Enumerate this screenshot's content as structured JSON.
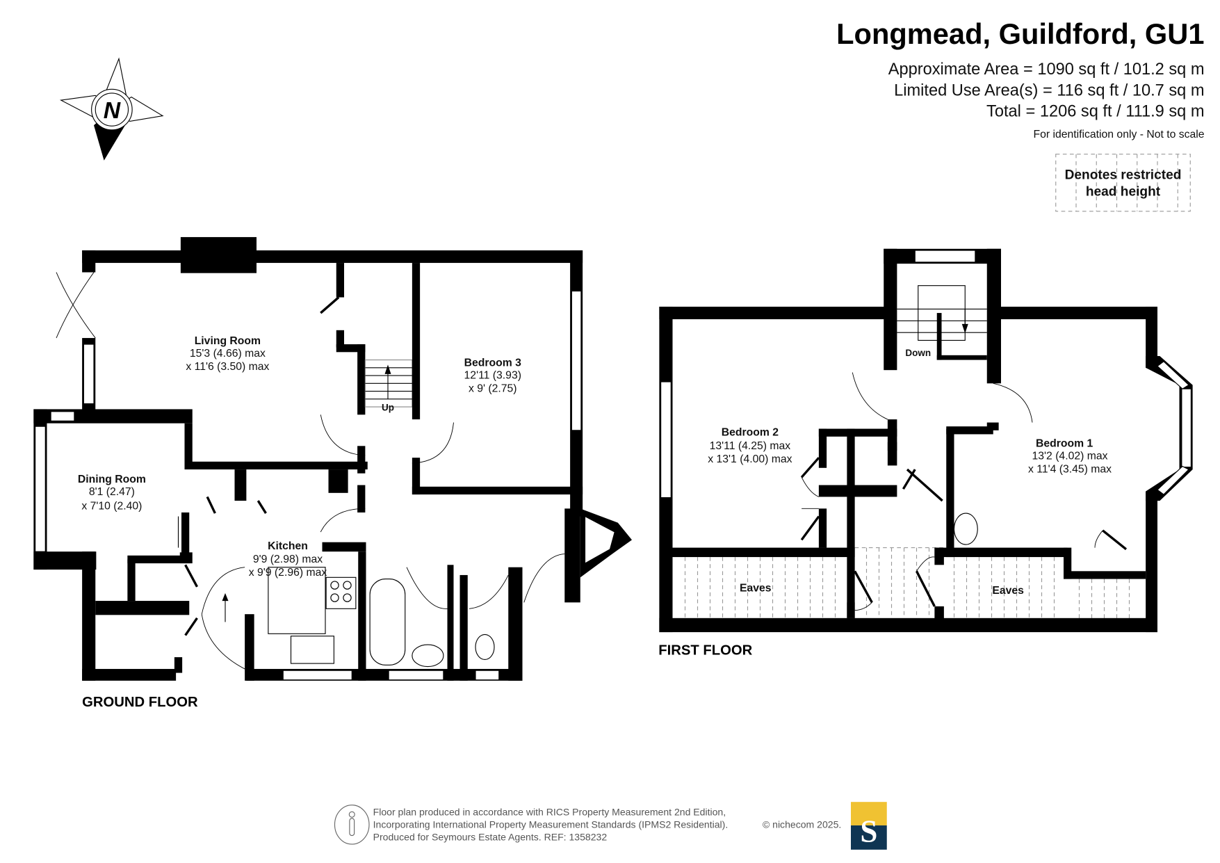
{
  "header": {
    "title": "Longmead, Guildford, GU1",
    "approx_area": "Approximate Area = 1090 sq ft / 101.2 sq m",
    "limited_use": "Limited Use Area(s) = 116 sq ft / 10.7 sq m",
    "total": "Total = 1206 sq ft / 111.9 sq m",
    "disclaimer": "For identification only - Not to scale"
  },
  "legend": {
    "line1": "Denotes restricted",
    "line2": "head height"
  },
  "compass": {
    "label": "N"
  },
  "ground_floor": {
    "label": "GROUND FLOOR",
    "stairs_label": "Up",
    "rooms": [
      {
        "name": "Living Room",
        "dim1": "15'3 (4.66) max",
        "dim2": "x 11'6 (3.50) max"
      },
      {
        "name": "Bedroom 3",
        "dim1": "12'11 (3.93)",
        "dim2": "x 9' (2.75)"
      },
      {
        "name": "Dining Room",
        "dim1": "8'1 (2.47)",
        "dim2": "x 7'10 (2.40)"
      },
      {
        "name": "Kitchen",
        "dim1": "9'9 (2.98) max",
        "dim2": "x 9'9 (2.96) max"
      }
    ]
  },
  "first_floor": {
    "label": "FIRST FLOOR",
    "stairs_label": "Down",
    "rooms": [
      {
        "name": "Bedroom 2",
        "dim1": "13'11 (4.25) max",
        "dim2": "x 13'1 (4.00) max"
      },
      {
        "name": "Bedroom 1",
        "dim1": "13'2 (4.02) max",
        "dim2": "x 11'4 (3.45) max"
      },
      {
        "name": "Eaves"
      },
      {
        "name": "Eaves"
      }
    ]
  },
  "footer": {
    "line1": "Floor plan produced in accordance with RICS Property Measurement 2nd Edition,",
    "line2": "Incorporating International Property Measurement Standards (IPMS2 Residential).",
    "copyright": "© nichecom 2025.",
    "line3": "Produced for Seymours Estate Agents.   REF: 1358232",
    "logo_letter": "S"
  },
  "colors": {
    "logo_top": "#f0c232",
    "logo_bottom": "#0f3553",
    "walls": "#000000"
  }
}
